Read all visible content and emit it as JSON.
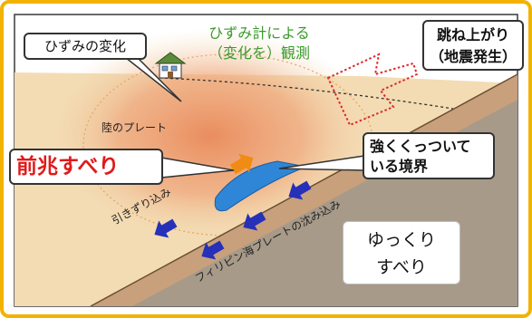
{
  "labels": {
    "strain_change": "ひずみの変化",
    "strain_meter_line1": "ひずみ計による",
    "strain_meter_line2": "（変化を）観測",
    "rebound_line1": "跳ね上がり",
    "rebound_line2": "（地震発生）",
    "land_plate": "陸のプレート",
    "precursor_slip": "前兆すべり",
    "coupled_line1": "強くくっついて",
    "coupled_line2": "いる境界",
    "drag_in": "引きずり込み",
    "subduction": "フィリピン海プレートの沈み込み",
    "slow_slip_line1": "ゆっくり",
    "slow_slip_line2": "すべり"
  },
  "icons": {
    "house": "house-icon",
    "dotted_arrow": "rebound-arrow-icon",
    "precursor_arrow": "precursor-arrow-icon",
    "subduction_arrows": "subduction-arrow-icon"
  },
  "colors": {
    "frame": "#f2b200",
    "sky": "#ffffff",
    "land_plate": "#f3dcb4",
    "strain_field": "#e9895a",
    "ocean_plate": "#a79a89",
    "ocean_band": "#c8a07c",
    "coupled_zone": "#2f86d6",
    "precursor_arrow": "#f08c14",
    "subduction_arrow": "#2630b8",
    "red_text": "#e11a1a",
    "green_text": "#3c9a2e",
    "dotted_arrow": "#e02828"
  }
}
